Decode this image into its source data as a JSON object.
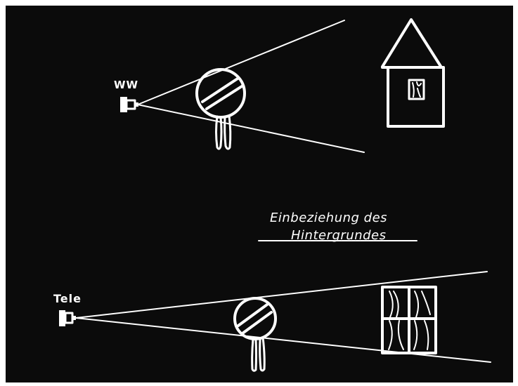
{
  "labels": {
    "top_camera": "WW",
    "bottom_camera": "Tele"
  },
  "caption": {
    "line1": "Einbeziehung des",
    "line2": "Hintergrundes"
  },
  "colors": {
    "background": "#0b0b0b",
    "ink": "#ffffff"
  }
}
